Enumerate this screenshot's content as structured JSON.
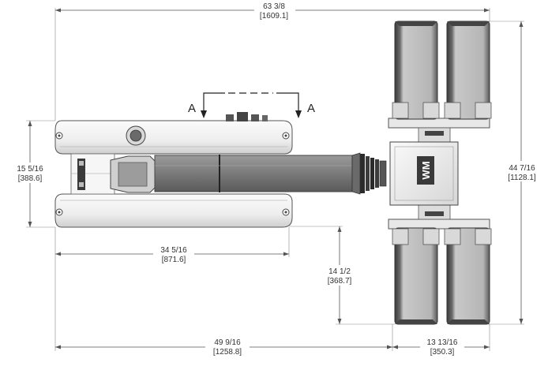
{
  "colors": {
    "line": "#555555",
    "body_light": "#f2f2f2",
    "body_mid": "#cfcfcf",
    "boom": "#7d7d7d",
    "boom_dark": "#4a4a4a",
    "panel": "#bdbdbd",
    "panel_dark": "#3c3c3c"
  },
  "section_marks": {
    "left": "A",
    "right": "A"
  },
  "dimensions": {
    "overall_width": {
      "imperial": "63 3/8",
      "metric": "[1609.1]"
    },
    "overall_height": {
      "imperial": "44 7/16",
      "metric": "[1128.1]"
    },
    "base_width": {
      "imperial": "15 5/16",
      "metric": "[388.6]"
    },
    "base_length": {
      "imperial": "34 5/16",
      "metric": "[871.6]"
    },
    "panel_offset": {
      "imperial": "14 1/2",
      "metric": "[368.7]"
    },
    "boom_reach": {
      "imperial": "49 9/16",
      "metric": "[1258.8]"
    },
    "head_width": {
      "imperial": "13 13/16",
      "metric": "[350.3]"
    }
  },
  "logo": "WM"
}
